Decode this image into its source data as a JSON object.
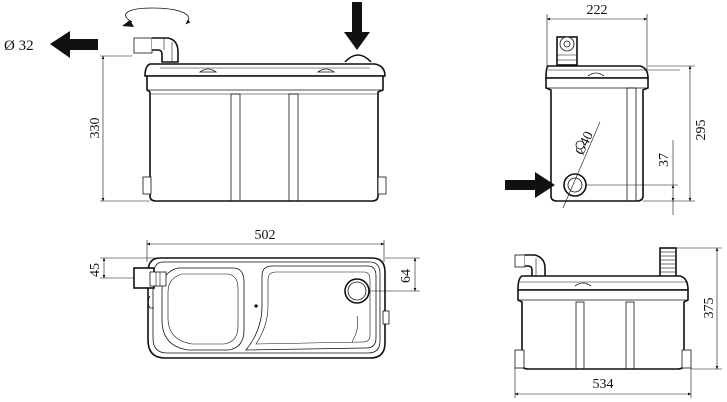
{
  "dimensions": {
    "outlet_diameter": "Ø 32",
    "height_front": "330",
    "width_side": "222",
    "height_side": "295",
    "inlet_diameter": "Ø40",
    "inlet_height": "37",
    "length_top": "502",
    "outlet_offset": "45",
    "inlet_offset": "64",
    "height_back": "375",
    "length_back": "534"
  },
  "icons": {
    "outlet_arrow": "arrow-left",
    "top_inlet_arrow": "arrow-down",
    "side_inlet_arrow": "arrow-right",
    "rotation_arrow": "rotation-arrow"
  }
}
